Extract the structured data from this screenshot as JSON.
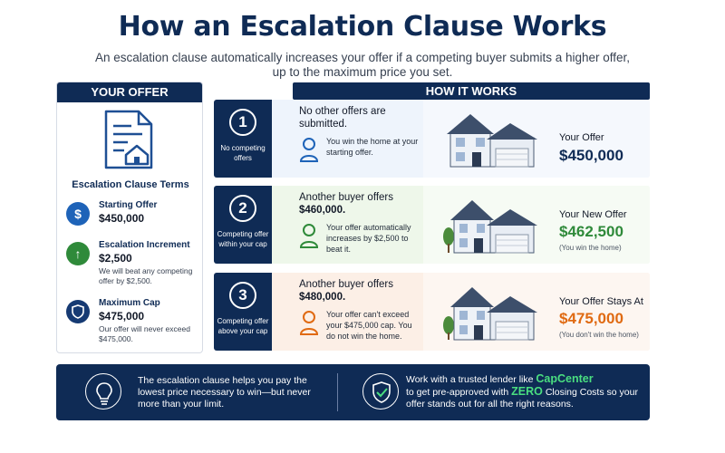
{
  "title": "How an Escalation Clause Works",
  "subtitle": "An escalation clause automatically increases your offer if a competing buyer submits a higher offer, up to the maximum price you set.",
  "your_offer": {
    "heading": "YOUR OFFER",
    "terms_title": "Escalation Clause Terms",
    "terms": [
      {
        "label": "Starting Offer",
        "value": "$450,000",
        "desc": "",
        "icon": "dollar-icon",
        "color": "#1e63b8"
      },
      {
        "label": "Escalation Increment",
        "value": "$2,500",
        "desc": "We will beat any competing offer by $2,500.",
        "icon": "arrow-up-icon",
        "color": "#2f8a3a"
      },
      {
        "label": "Maximum Cap",
        "value": "$475,000",
        "desc": "Our offer will never exceed $475,000.",
        "icon": "shield-icon",
        "color": "#163a73"
      }
    ]
  },
  "how_it_works": {
    "heading": "HOW IT WORKS",
    "steps": [
      {
        "num": "1",
        "caption": "No competing offers",
        "headline": "No other offers are submitted.",
        "desc": "You win the home at your starting offer.",
        "offer_label": "Your Offer",
        "offer_value": "$450,000",
        "offer_note": "",
        "offer_color": "#0f2b55",
        "accent": "#1e63b8"
      },
      {
        "num": "2",
        "caption": "Competing offer within your cap",
        "headline_pre": "Another buyer offers",
        "headline_val": "$460,000.",
        "desc": "Your offer automatically increases by $2,500 to beat it.",
        "offer_label": "Your New Offer",
        "offer_value": "$462,500",
        "offer_note": "(You win the home)",
        "offer_color": "#2f8a3a",
        "accent": "#2f8a3a"
      },
      {
        "num": "3",
        "caption": "Competing offer above your cap",
        "headline_pre": "Another buyer offers",
        "headline_val": "$480,000.",
        "desc": "Your offer can't exceed your $475,000 cap. You do not win the home.",
        "offer_label": "Your Offer Stays At",
        "offer_value": "$475,000",
        "offer_note": "(You don't win the home)",
        "offer_color": "#e06a12",
        "accent": "#e06a12"
      }
    ]
  },
  "bottom": {
    "left_text": "The escalation clause helps you pay the lowest price necessary to win—but never more than your limit.",
    "right_pre": "Work with a trusted lender like",
    "brand": "CapCenter",
    "right_mid": "to get pre-approved with",
    "zero": "ZERO",
    "right_post": "Closing Costs so your offer stands out for all the right reasons."
  }
}
